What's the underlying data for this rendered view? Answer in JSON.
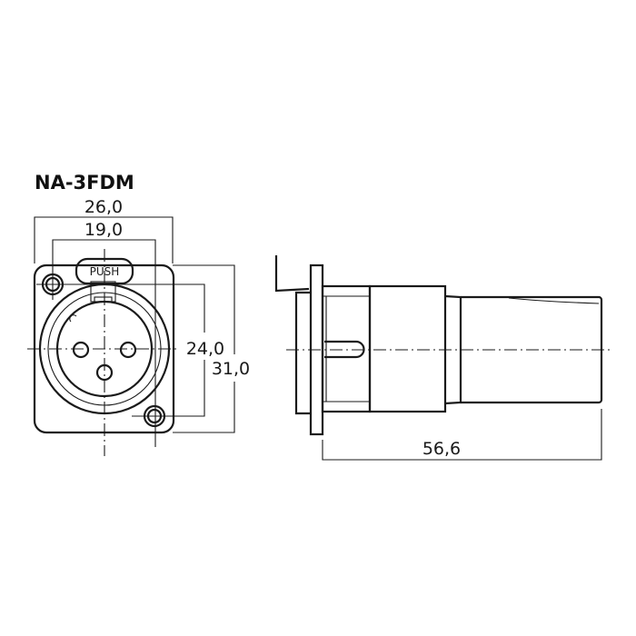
{
  "title": "NA-3FDM",
  "front_view": {
    "push_label": "PUSH",
    "dim_width_outer": "26,0",
    "dim_width_holes": "19,0",
    "dim_height_holes": "24,0",
    "dim_height_outer": "31,0"
  },
  "side_view": {
    "dim_length": "56,6"
  }
}
